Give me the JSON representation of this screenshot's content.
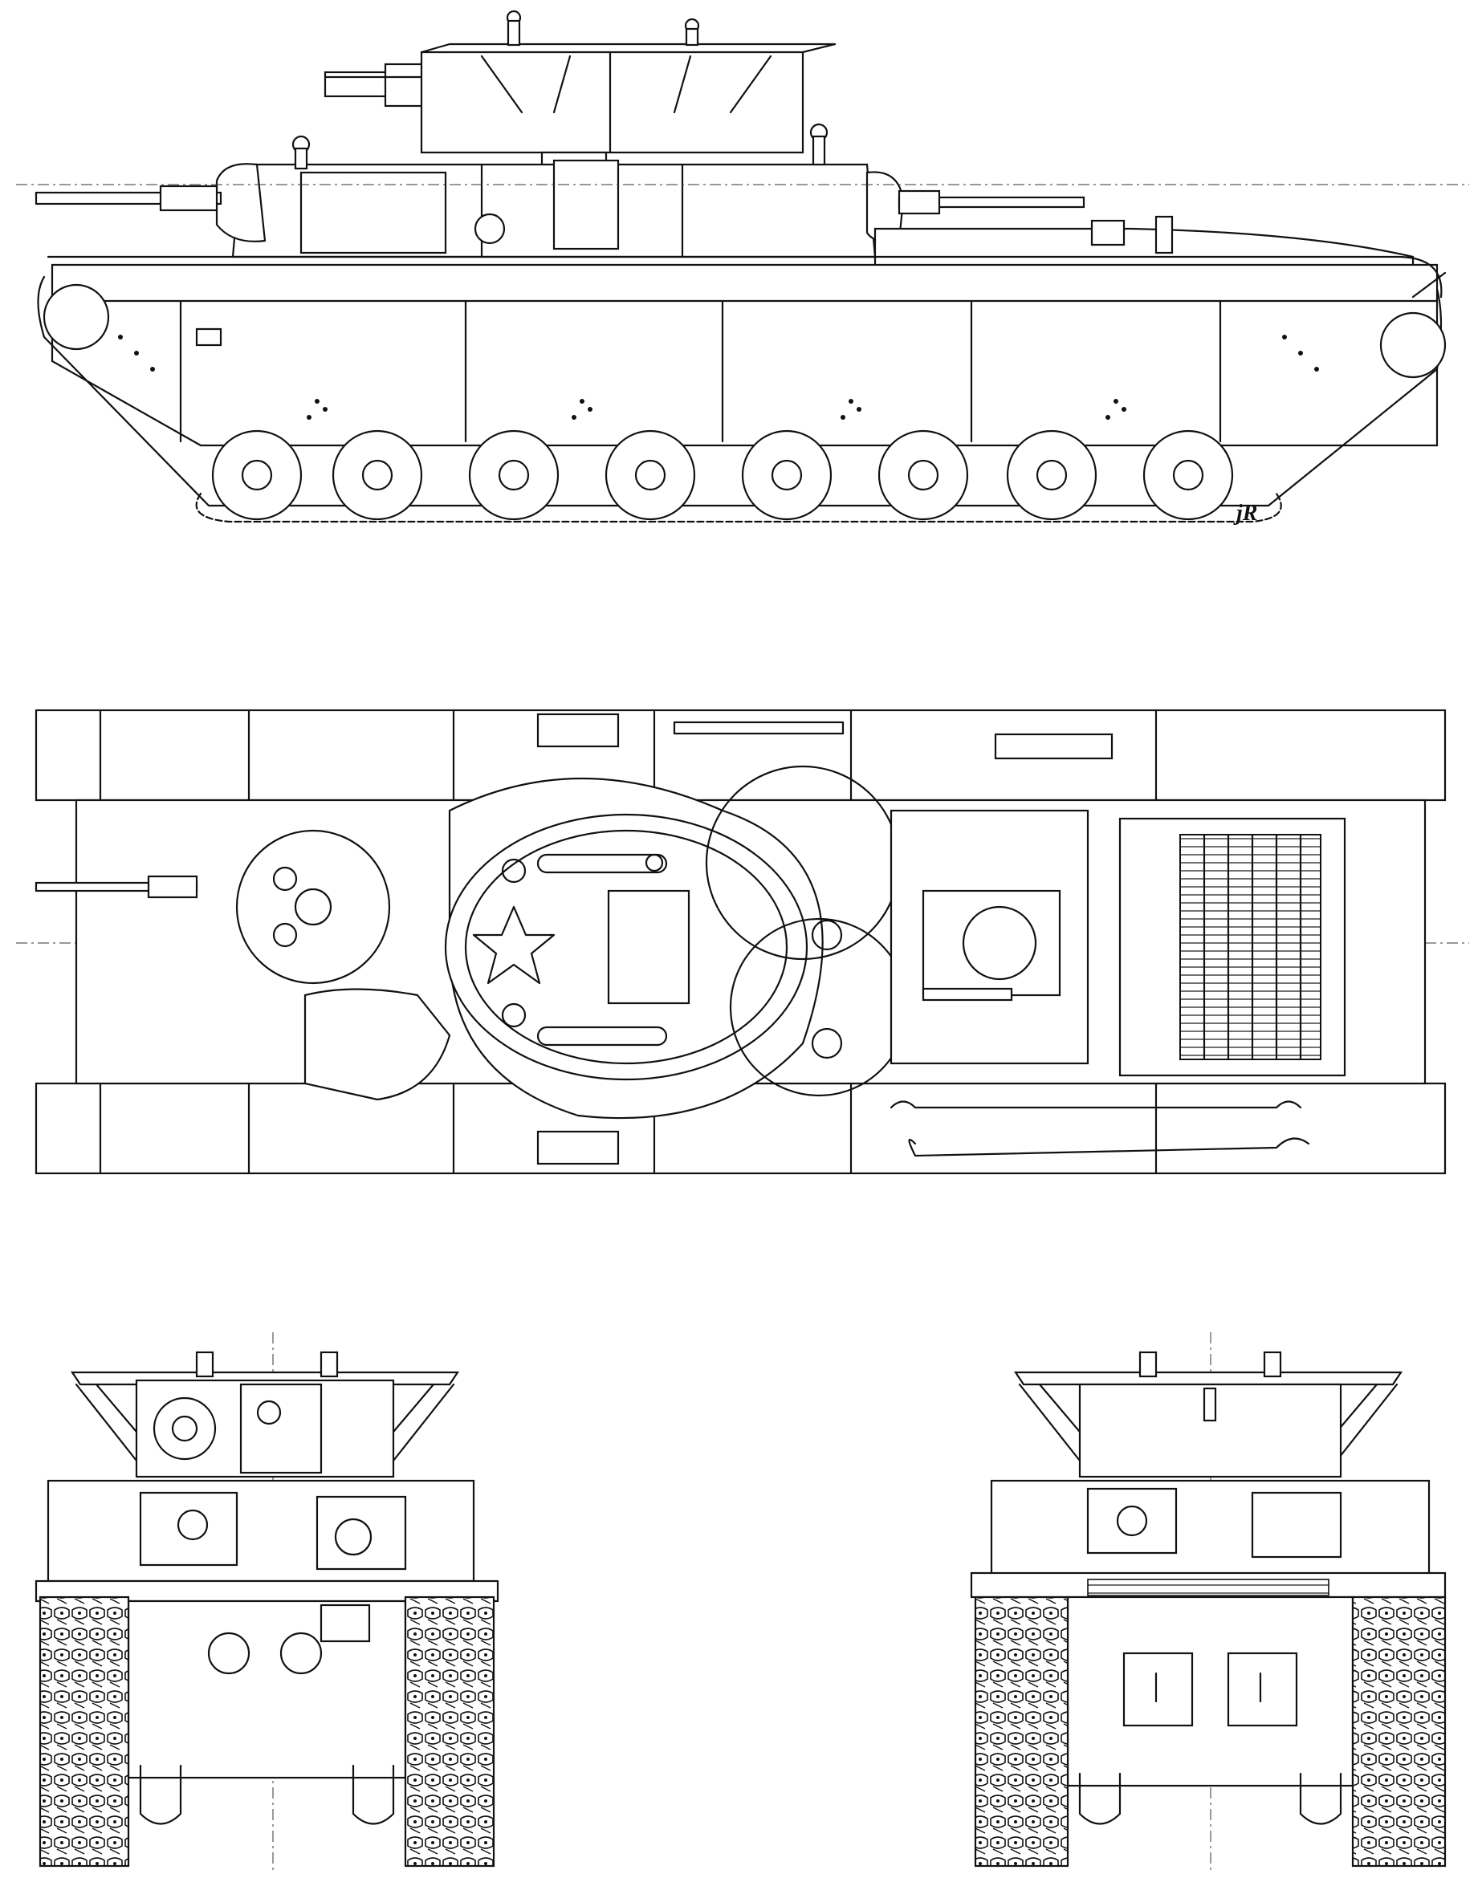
{
  "drawing": {
    "signature": "jR",
    "views": [
      {
        "name": "side-view"
      },
      {
        "name": "top-view"
      },
      {
        "name": "front-view"
      },
      {
        "name": "rear-view"
      }
    ]
  }
}
